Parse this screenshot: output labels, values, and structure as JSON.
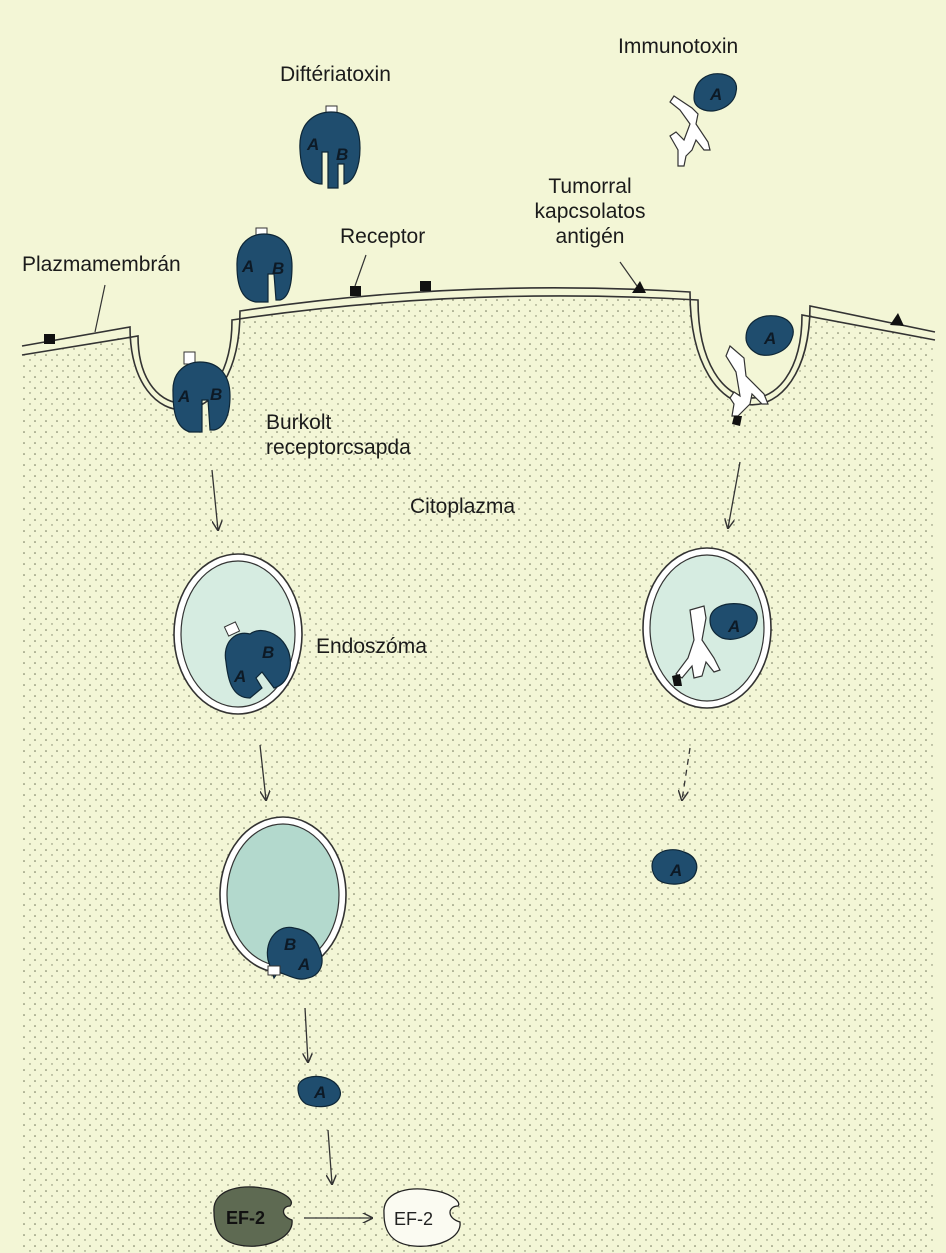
{
  "labels": {
    "diphtheria_toxin": "Diftériatoxin",
    "immunotoxin": "Immunotoxin",
    "receptor": "Receptor",
    "tumor_antigen": [
      "Tumorral",
      "kapcsolatos",
      "antigén"
    ],
    "plasma_membrane": "Plazmamembrán",
    "coated_pit": [
      "Burkolt",
      "receptorcsapda"
    ],
    "cytoplasm": "Citoplazma",
    "endosome": "Endoszóma"
  },
  "subunits": {
    "a": "A",
    "b": "B"
  },
  "ef2": {
    "active": "EF-2",
    "inactive": "EF-2"
  },
  "colors": {
    "background": "#f3f6d6",
    "toxin_fill": "#1f4d6e",
    "endosome_fill": "#d6ece1",
    "endosome_late_fill": "#b3d9cd",
    "ef2_active_fill": "#5e6a52"
  }
}
